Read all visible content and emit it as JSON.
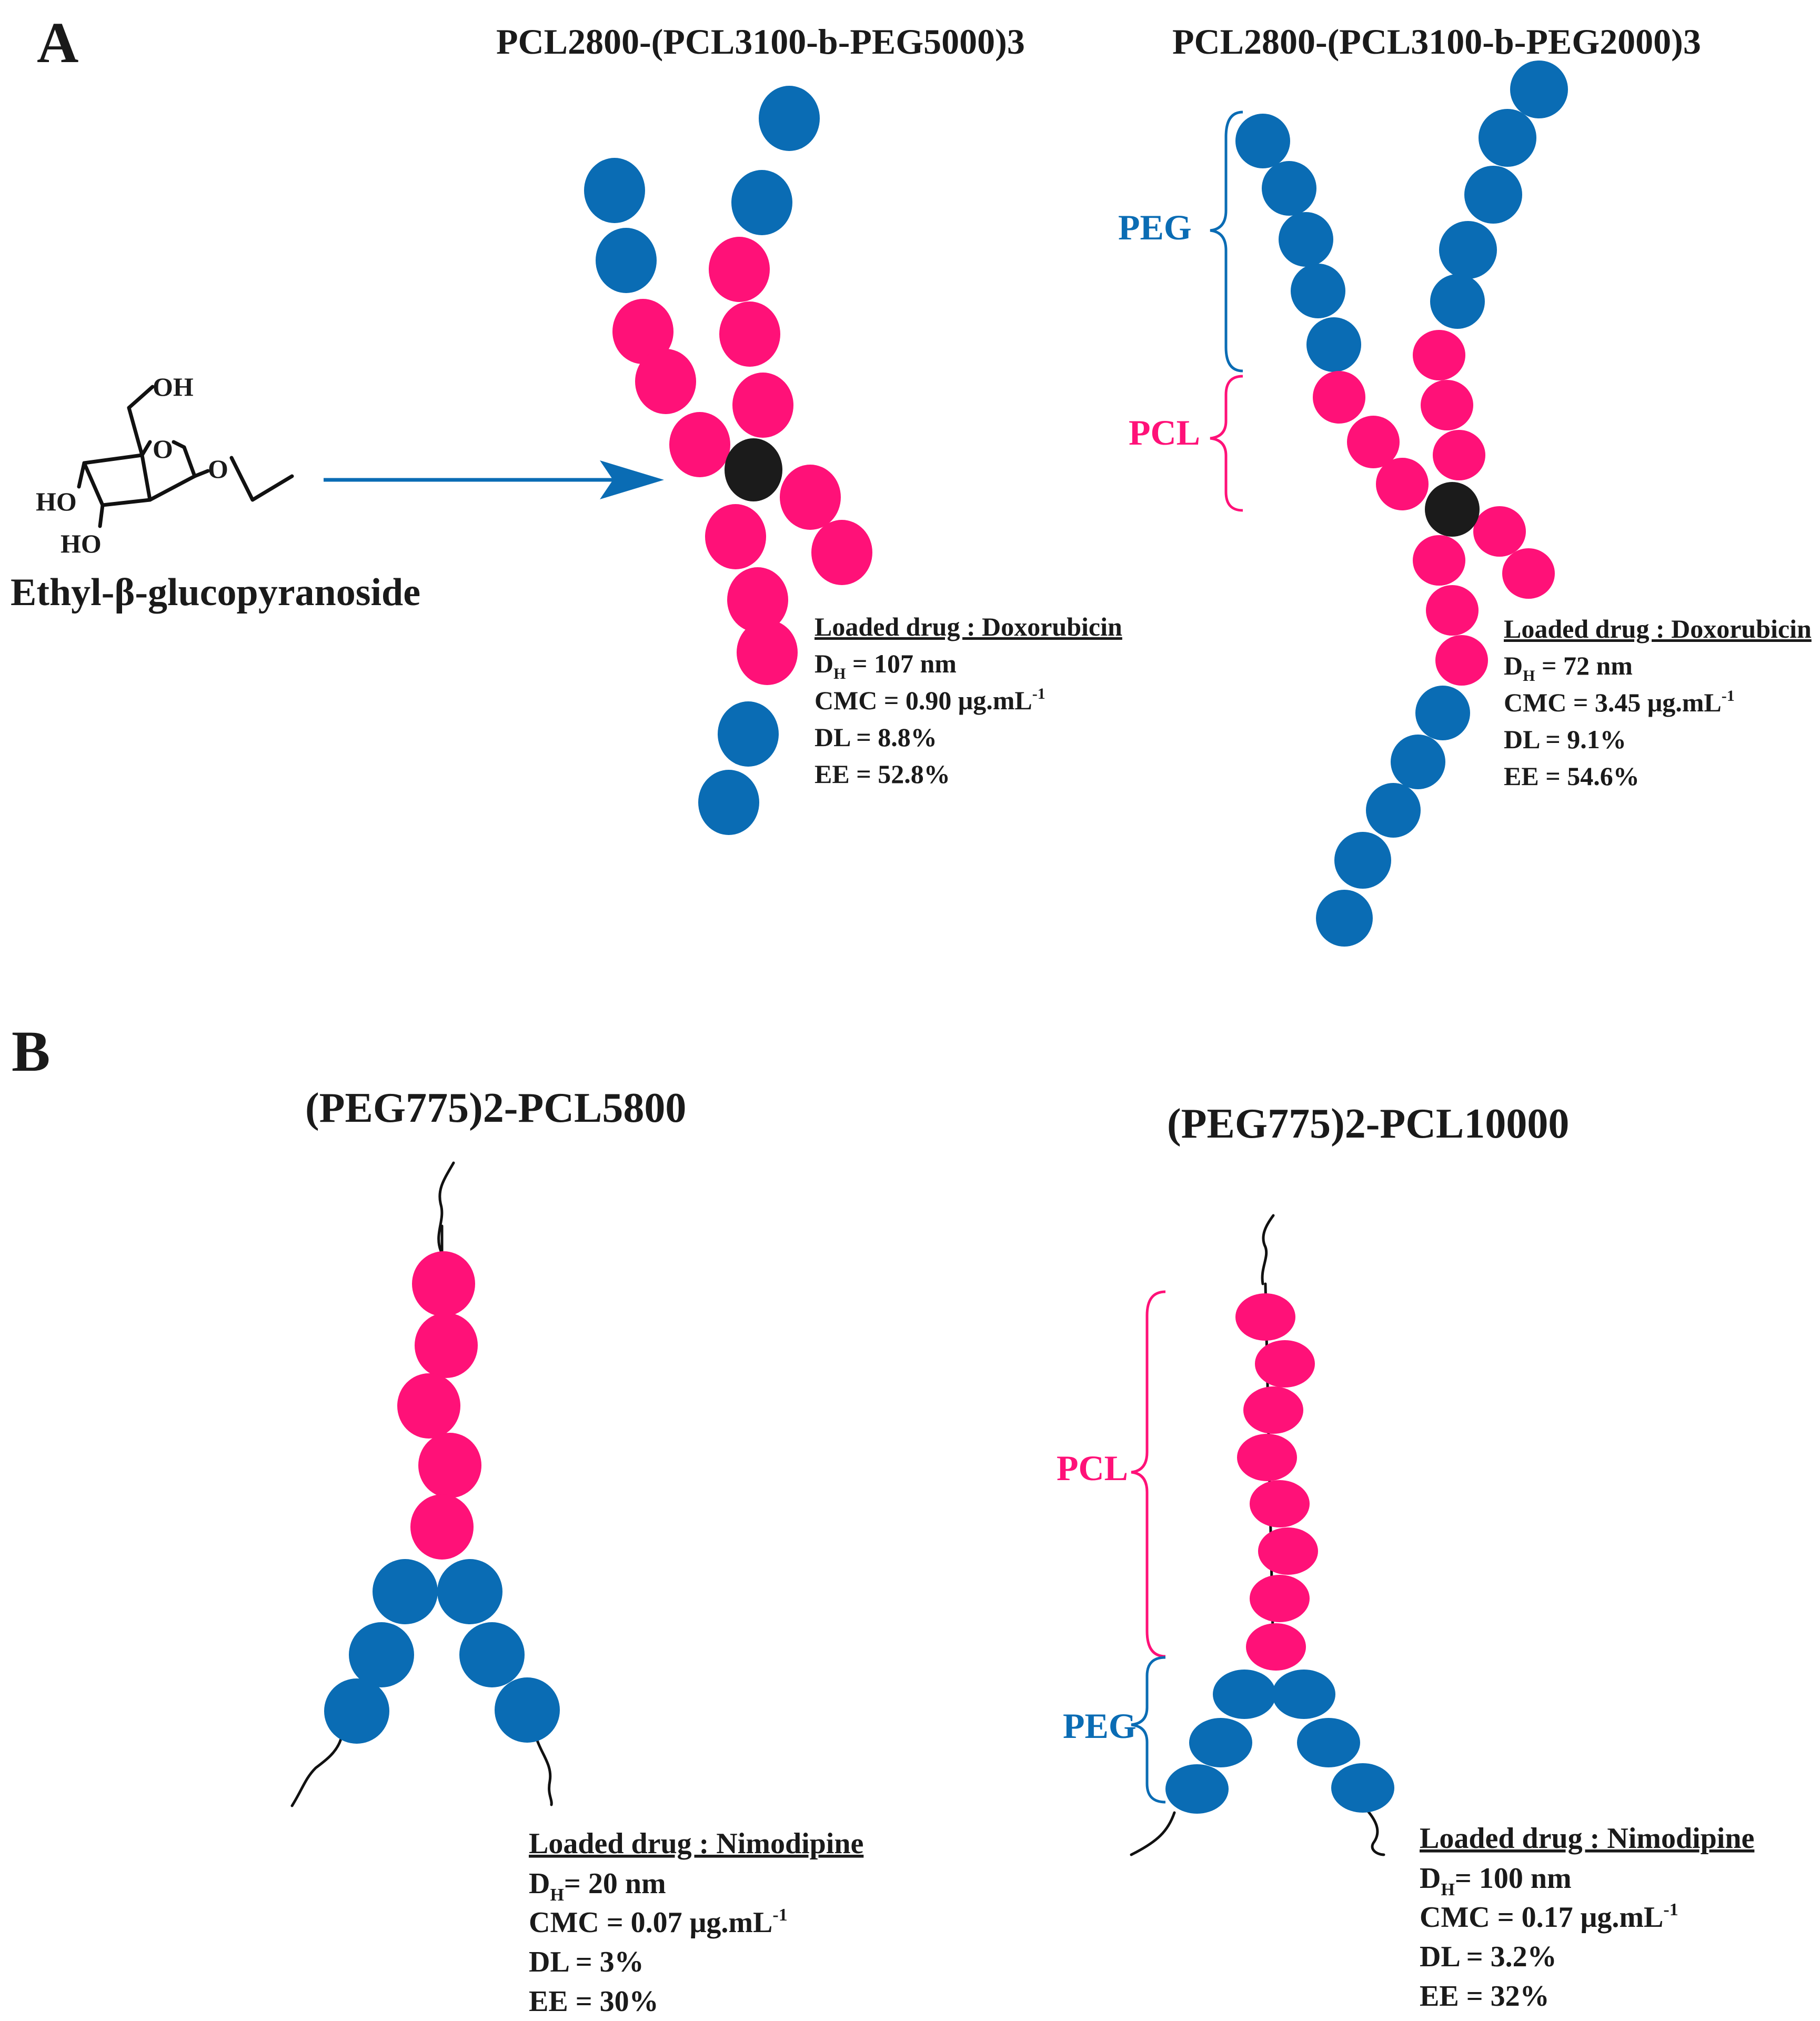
{
  "panels": {
    "a": {
      "letter": "A",
      "molecule": {
        "name": "Ethyl-β-glucopyranoside",
        "atoms": {
          "oh_top": "OH",
          "ring_o": "O",
          "ho_left": "HO",
          "ho_bottom": "HO",
          "ether_o": "O"
        }
      },
      "polymers": [
        {
          "title": "PCL2800-(PCL3100-b-PEG5000)3",
          "drug_heading": "Loaded drug : Doxorubicin",
          "dh_symbol": "D",
          "dh_sub": "H",
          "dh_value": " = 107 nm",
          "cmc_text": "CMC = 0.90 μg.mL",
          "cmc_sup": "-1",
          "dl": "DL = 8.8%",
          "ee": "EE = 52.8%"
        },
        {
          "title": "PCL2800-(PCL3100-b-PEG2000)3",
          "drug_heading": "Loaded drug : Doxorubicin",
          "dh_symbol": "D",
          "dh_sub": "H",
          "dh_value": " = 72 nm",
          "cmc_text": "CMC = 3.45 μg.mL",
          "cmc_sup": "-1",
          "dl": "DL = 9.1%",
          "ee": "EE = 54.6%",
          "bracket_labels": {
            "peg": "PEG",
            "pcl": "PCL"
          }
        }
      ]
    },
    "b": {
      "letter": "B",
      "polymers": [
        {
          "title": "(PEG775)2-PCL5800",
          "drug_heading": "Loaded drug : Nimodipine",
          "dh_symbol": "D",
          "dh_sub": "H",
          "dh_value": "= 20 nm",
          "cmc_text": "CMC = 0.07 μg.mL",
          "cmc_sup": "-1",
          "dl": "DL = 3%",
          "ee": "EE = 30%"
        },
        {
          "title": "(PEG775)2-PCL10000",
          "drug_heading": "Loaded drug : Nimodipine",
          "dh_symbol": "D",
          "dh_sub": "H",
          "dh_value": "= 100 nm",
          "cmc_text": "CMC = 0.17 μg.mL",
          "cmc_sup": "-1",
          "dl": "DL = 3.2%",
          "ee": "EE = 32%",
          "bracket_labels": {
            "pcl": "PCL",
            "peg": "PEG"
          }
        }
      ]
    }
  },
  "colors": {
    "peg": "#0a6cb4",
    "pcl": "#ff1178",
    "core": "#1b1b1b",
    "arrow": "#0a6cb4",
    "text": "#1a1a1a",
    "line": "#111111"
  }
}
